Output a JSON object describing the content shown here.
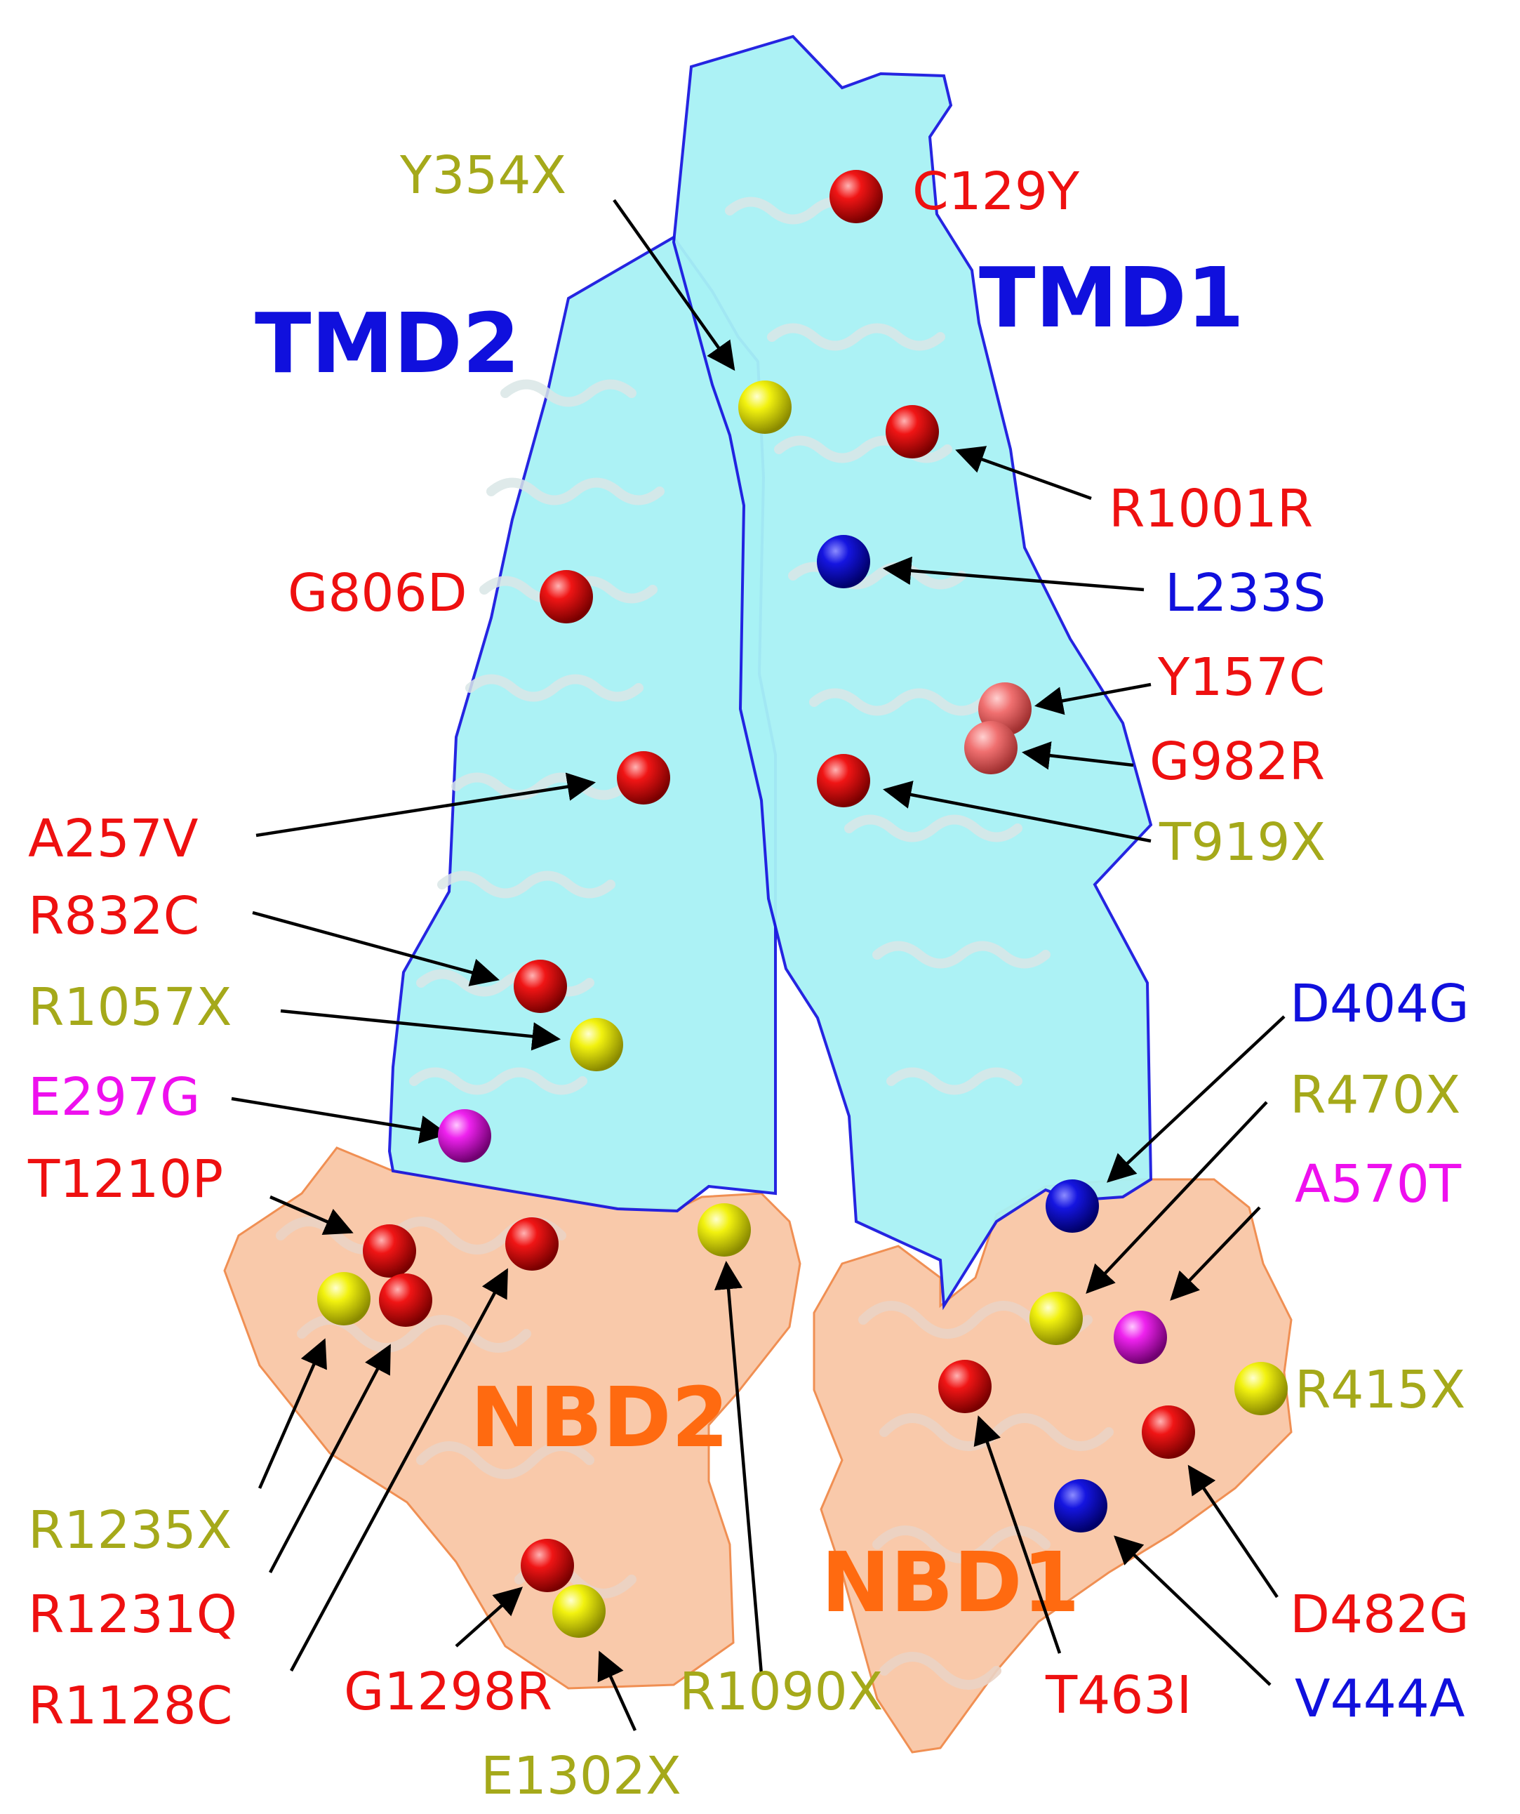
{
  "colors": {
    "pathogenic_red": "#ee1010",
    "nonsense_olive": "#a5a91a",
    "blue_variant": "#1010dd",
    "magenta_variant": "#ee10ee",
    "domain_tmd": "#1010dd",
    "domain_nbd": "#ff6a10",
    "tmd_fill": "#a8f2f5",
    "nbd_fill": "#f9c7a6"
  },
  "domains": {
    "tmd1": "TMD1",
    "tmd2": "TMD2",
    "nbd1": "NBD1",
    "nbd2": "NBD2"
  },
  "mutations": {
    "y354x": "Y354X",
    "c129y": "C129Y",
    "r1001r": "R1001R",
    "l233s": "L233S",
    "g806d": "G806D",
    "y157c": "Y157C",
    "g982r": "G982R",
    "t919x": "T919X",
    "a257v": "A257V",
    "r832c": "R832C",
    "r1057x": "R1057X",
    "e297g": "E297G",
    "t1210p": "T1210P",
    "d404g": "D404G",
    "r470x": "R470X",
    "a570t": "A570T",
    "r415x": "R415X",
    "r1235x": "R1235X",
    "r1231q": "R1231Q",
    "r1128c": "R1128C",
    "g1298r": "G1298R",
    "e1302x": "E1302X",
    "r1090x": "R1090X",
    "t463i": "T463I",
    "d482g": "D482G",
    "v444a": "V444A"
  }
}
